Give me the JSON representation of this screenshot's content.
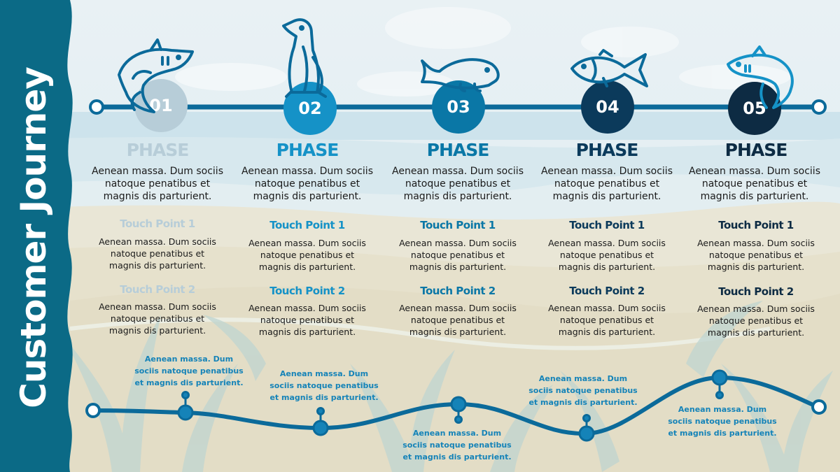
{
  "title": "Customer Journey",
  "colors": {
    "sidebar": "#0b6a86",
    "phase1": "#b7cdd8",
    "phase2": "#1592c7",
    "phase3": "#0a77a6",
    "phase4": "#0b3a5b",
    "phase5": "#0d2b43",
    "track": "#0b6a9a",
    "note": "#1583b8"
  },
  "phases": [
    {
      "number": "01",
      "title": "PHASE",
      "desc": "Aenean massa. Dum sociis natoque penatibus et magnis dis parturient.",
      "animal": "shark-icon",
      "tp1_title": "Touch Point 1",
      "tp1_desc": "Aenean massa. Dum sociis natoque penatibus et magnis dis parturient.",
      "tp2_title": "Touch Point 2",
      "tp2_desc": "Aenean massa. Dum sociis natoque penatibus et magnis dis parturient."
    },
    {
      "number": "02",
      "title": "PHASE",
      "desc": "Aenean massa. Dum sociis natoque penatibus et magnis dis parturient.",
      "animal": "penguin-icon",
      "tp1_title": "Touch Point 1",
      "tp1_desc": "Aenean massa. Dum sociis natoque penatibus et magnis dis parturient.",
      "tp2_title": "Touch Point 2",
      "tp2_desc": "Aenean massa. Dum sociis natoque penatibus et magnis dis parturient."
    },
    {
      "number": "03",
      "title": "PHASE",
      "desc": "Aenean massa. Dum sociis natoque penatibus et magnis dis parturient.",
      "animal": "manatee-icon",
      "tp1_title": "Touch Point 1",
      "tp1_desc": "Aenean massa. Dum sociis natoque penatibus et magnis dis parturient.",
      "tp2_title": "Touch Point 2",
      "tp2_desc": "Aenean massa. Dum sociis natoque penatibus et magnis dis parturient."
    },
    {
      "number": "04",
      "title": "PHASE",
      "desc": "Aenean massa. Dum sociis natoque penatibus et magnis dis parturient.",
      "animal": "fish-icon",
      "tp1_title": "Touch Point 1",
      "tp1_desc": "Aenean massa. Dum sociis natoque penatibus et magnis dis parturient.",
      "tp2_title": "Touch Point 2",
      "tp2_desc": "Aenean massa. Dum sociis natoque penatibus et magnis dis parturient."
    },
    {
      "number": "05",
      "title": "PHASE",
      "desc": "Aenean massa. Dum sociis natoque penatibus et magnis dis parturient.",
      "animal": "shark-icon",
      "tp1_title": "Touch Point 1",
      "tp1_desc": "Aenean massa. Dum sociis natoque penatibus et magnis dis parturient.",
      "tp2_title": "Touch Point 2",
      "tp2_desc": "Aenean massa. Dum sociis natoque penatibus et magnis dis parturient."
    }
  ],
  "journey_notes": [
    "Aenean massa. Dum sociis natoque penatibus et magnis dis parturient.",
    "Aenean massa. Dum sociis natoque penatibus et magnis dis parturient.",
    "Aenean massa. Dum sociis natoque penatibus et magnis dis parturient.",
    "Aenean massa. Dum sociis natoque penatibus et magnis dis parturient.",
    "Aenean massa. Dum sociis natoque penatibus et magnis dis parturient."
  ]
}
